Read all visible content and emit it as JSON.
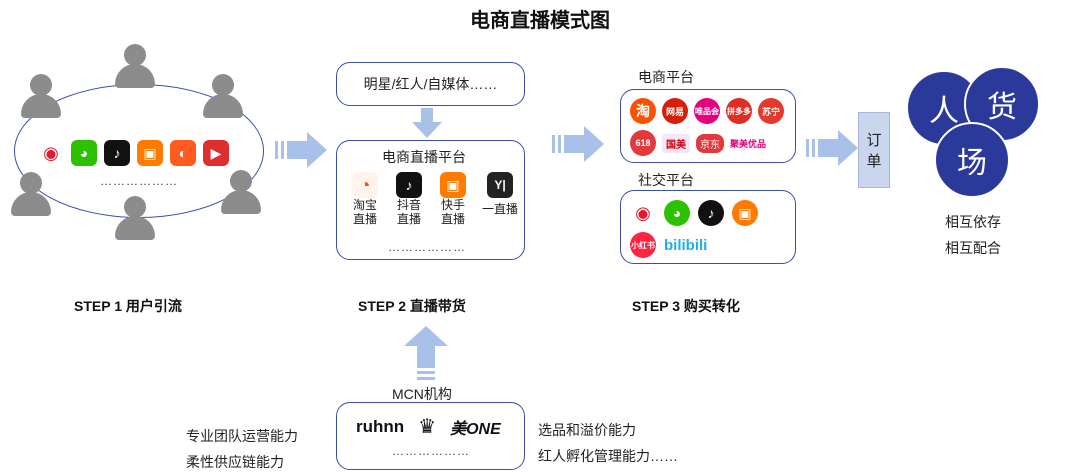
{
  "title": "电商直播模式图",
  "step1": {
    "label": "STEP 1  用户引流",
    "apps": [
      {
        "icon": "weibo-icon",
        "color": "#e6162d"
      },
      {
        "icon": "wechat-icon",
        "color": "#2dc100"
      },
      {
        "icon": "douyin-icon",
        "color": "#111111"
      },
      {
        "icon": "kuaishou-icon",
        "color": "#ff7a00"
      },
      {
        "icon": "huoshan-icon",
        "color": "#ff5a1f"
      },
      {
        "icon": "xigua-icon",
        "color": "#e02e2e"
      }
    ],
    "dots": "………………"
  },
  "step2": {
    "label": "STEP 2  直播带货",
    "top_box": "明星/红人/自媒体……",
    "platform_title": "电商直播平台",
    "platforms": [
      {
        "name": "淘宝\n直播",
        "line1": "淘宝",
        "line2": "直播",
        "icon": "taobao-live-icon",
        "color": "#ff5000"
      },
      {
        "name": "抖音直播",
        "line1": "抖音",
        "line2": "直播",
        "icon": "douyin-icon",
        "color": "#111111"
      },
      {
        "name": "快手直播",
        "line1": "快手",
        "line2": "直播",
        "icon": "kuaishou-icon",
        "color": "#ff7a00"
      },
      {
        "name": "一直播",
        "line1": "一直播",
        "line2": "",
        "icon": "yizhibo-icon",
        "color": "#222222"
      }
    ],
    "dots": "………………"
  },
  "mcn": {
    "title": "MCN机构",
    "logos": [
      "ruhnn",
      "♛",
      "美ONE"
    ],
    "dots": "………………",
    "left_text": [
      "专业团队运营能力",
      "柔性供应链能力"
    ],
    "right_text": [
      "选品和溢价能力",
      "红人孵化管理能力……"
    ]
  },
  "step3": {
    "label": "STEP 3  购买转化",
    "ecom_title": "电商平台",
    "ecom_logos": [
      "淘",
      "网易",
      "唯品会",
      "拼多多",
      "苏宁",
      "618",
      "国美",
      "京东",
      "聚美优品"
    ],
    "social_title": "社交平台",
    "social_logos": [
      "weibo",
      "wechat",
      "douyin",
      "kuaishou",
      "小红书",
      "bilibili"
    ]
  },
  "order": {
    "label_line1": "订",
    "label_line2": "单"
  },
  "pgc": {
    "ren": "人",
    "huo": "货",
    "chang": "场",
    "text1": "相互依存",
    "text2": "相互配合"
  },
  "colors": {
    "accent_blue": "#2b3a9a",
    "box_border": "#3b4fa8",
    "arrow_blue": "#a9c0e8",
    "person_gray": "#8c8c8c"
  }
}
